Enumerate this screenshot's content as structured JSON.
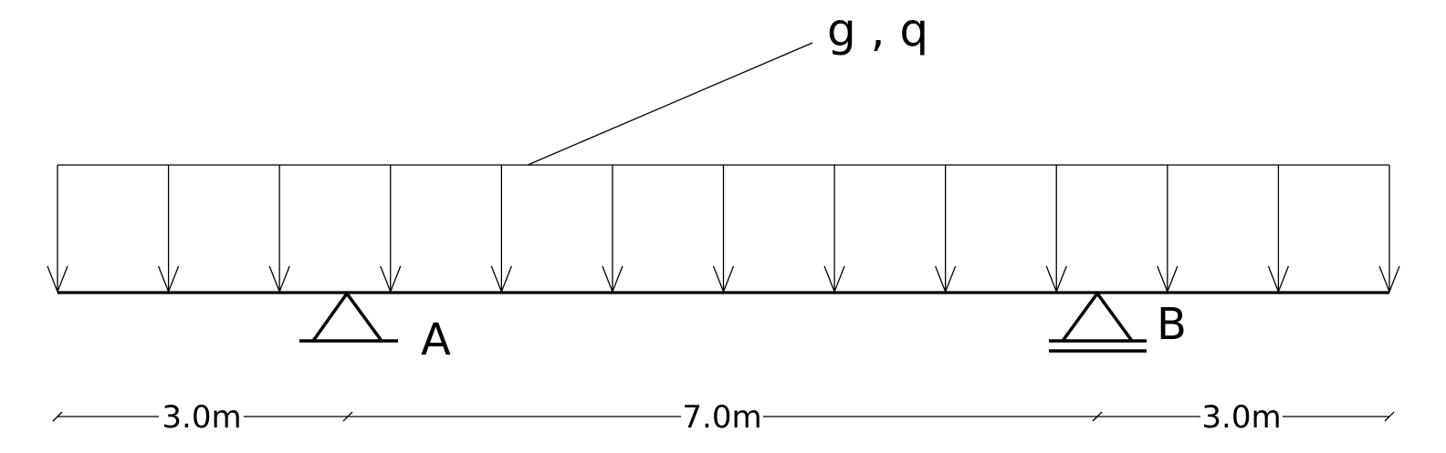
{
  "load": {
    "label": "g , q",
    "type": "uniformly-distributed",
    "arrow_count": 13
  },
  "supports": [
    {
      "id": "A",
      "label": "A",
      "type": "pinned",
      "position_m": 3.0
    },
    {
      "id": "B",
      "label": "B",
      "type": "roller",
      "position_m": 10.0
    }
  ],
  "beam": {
    "total_length_m": 13.0
  },
  "dimensions": [
    {
      "label": "3.0m",
      "start_m": 0.0,
      "end_m": 3.0
    },
    {
      "label": "7.0m",
      "start_m": 3.0,
      "end_m": 10.0
    },
    {
      "label": "3.0m",
      "start_m": 10.0,
      "end_m": 13.0
    }
  ],
  "colors": {
    "line": "#000000",
    "background": "#ffffff"
  }
}
